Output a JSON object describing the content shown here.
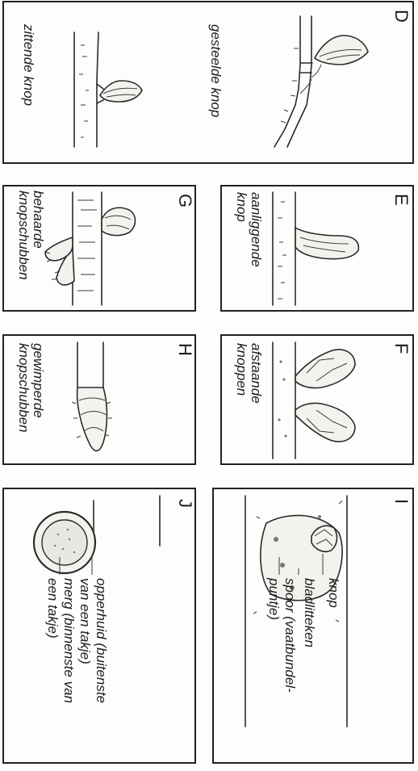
{
  "panels": {
    "D": {
      "letter": "D",
      "stalked_label": "gesteelde knop",
      "sessile_label": "zittende knop"
    },
    "E": {
      "letter": "E",
      "label_line1": "aanliggende",
      "label_line2": "knop"
    },
    "F": {
      "letter": "F",
      "label_line1": "afstaande",
      "label_line2": "knoppen"
    },
    "G": {
      "letter": "G",
      "label_line1": "behaarde",
      "label_line2": "knopschubben"
    },
    "H": {
      "letter": "H",
      "label_line1": "gewimperde",
      "label_line2": "knopschubben"
    },
    "I": {
      "letter": "I",
      "bud_label": "knop",
      "leaf_scar_label": "bladlitteken",
      "trace_label_line1": "spoor (vaatbundel-",
      "trace_label_line2": "puntje)"
    },
    "J": {
      "letter": "J",
      "epidermis_line1": "opperhuid (buitenste",
      "epidermis_line2": "van een takje)",
      "pith_line1": "merg (binnenste van",
      "pith_line2": "een takje)"
    }
  }
}
